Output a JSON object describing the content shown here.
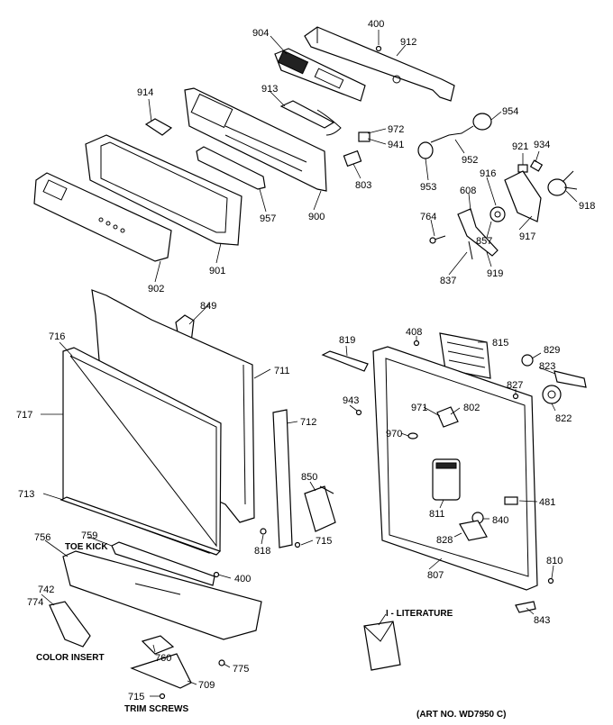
{
  "labels": {
    "p400a": "400",
    "p904": "904",
    "p912": "912",
    "p914": "914",
    "p913": "913",
    "p954": "954",
    "p972": "972",
    "p941": "941",
    "p921": "921",
    "p934": "934",
    "p952": "952",
    "p953": "953",
    "p803": "803",
    "p916": "916",
    "p608": "608",
    "p918": "918",
    "p957": "957",
    "p900": "900",
    "p764": "764",
    "p857": "857",
    "p917": "917",
    "p901": "901",
    "p902": "902",
    "p837": "837",
    "p919": "919",
    "p849": "849",
    "p716": "716",
    "p711": "711",
    "p717": "717",
    "p712": "712",
    "p713": "713",
    "p850": "850",
    "p759": "759",
    "p756": "756",
    "p818": "818",
    "p715a": "715",
    "p400b": "400",
    "p742": "742",
    "p774": "774",
    "p760": "760",
    "p775": "775",
    "p709": "709",
    "p715b": "715",
    "p408": "408",
    "p815": "815",
    "p819": "819",
    "p829": "829",
    "p823": "823",
    "p827": "827",
    "p822": "822",
    "p943": "943",
    "p971": "971",
    "p802": "802",
    "p970": "970",
    "p481": "481",
    "p811": "811",
    "p840": "840",
    "p828": "828",
    "p807": "807",
    "p810": "810",
    "p843": "843"
  },
  "captions": {
    "toe_kick": "TOE KICK",
    "color_insert": "COLOR INSERT",
    "trim_screws": "TRIM SCREWS",
    "literature": "I - LITERATURE",
    "art_no": "(ART NO. WD7950 C)"
  }
}
